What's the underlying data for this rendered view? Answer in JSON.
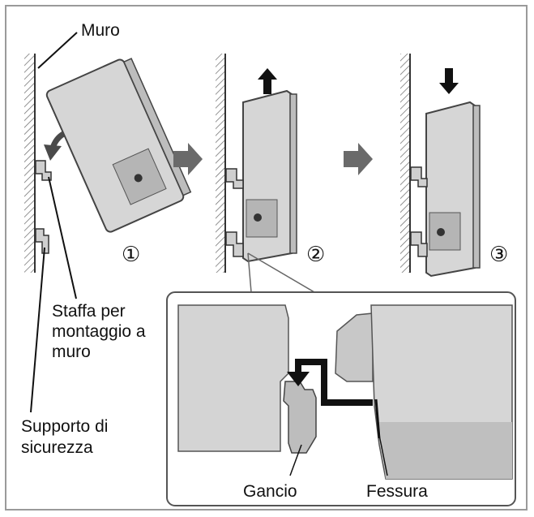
{
  "labels": {
    "wall": "Muro",
    "bracket_line1": "Staffa per",
    "bracket_line2": "montaggio a",
    "bracket_line3": "muro",
    "support_line1": "Supporto di",
    "support_line2": "sicurezza",
    "hook": "Gancio",
    "slot": "Fessura"
  },
  "steps": [
    "①",
    "②",
    "③"
  ],
  "colors": {
    "frame": "#9a9a9a",
    "device_body": "#d6d6d6",
    "device_edge": "#5a5a5a",
    "arrow_gray": "#6a6a6a",
    "hatch": "#555555",
    "detail_arrow": "#111111"
  }
}
